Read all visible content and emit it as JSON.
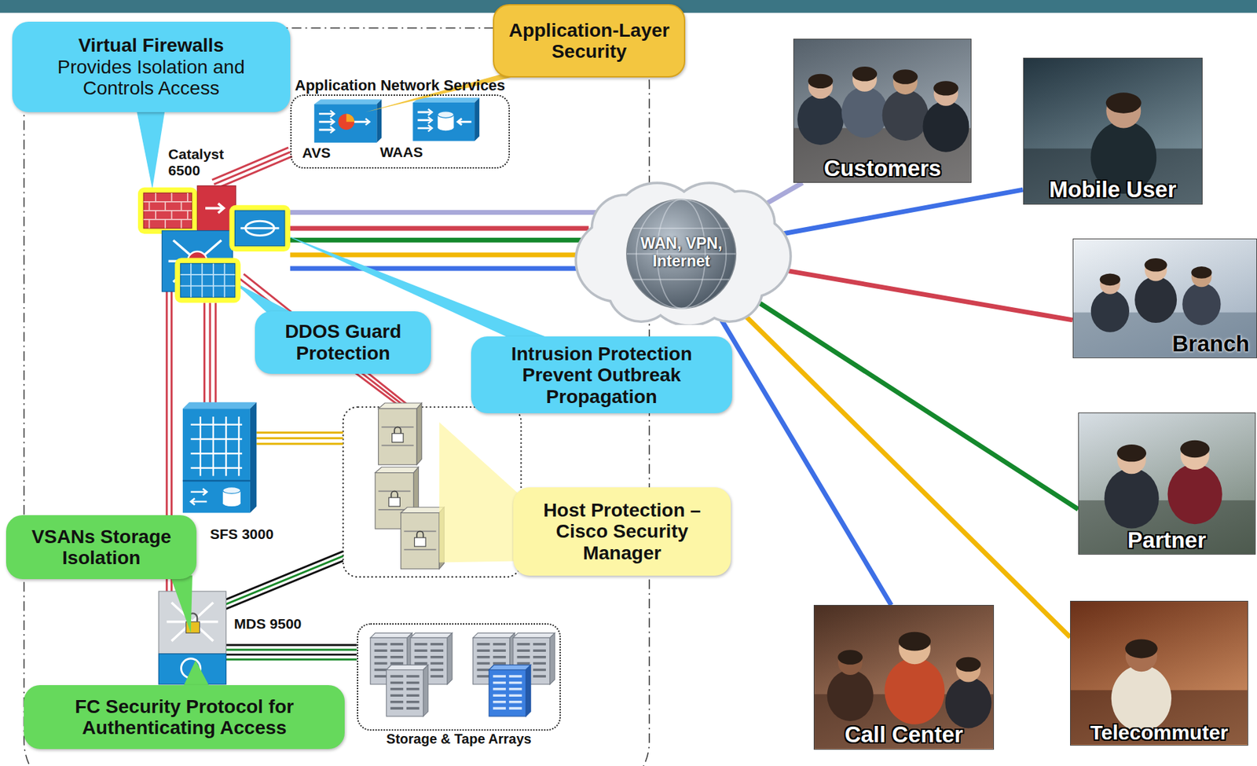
{
  "diagram": {
    "nodes": [
      {
        "text": [
          "Virtual Firewalls",
          "Provides Isolation and Controls Access"
        ]
      },
      {
        "text": [
          "Application-Layer Security"
        ]
      },
      {
        "text": [
          "Application Network Services"
        ]
      },
      {
        "text": [
          "Catalyst 6500"
        ]
      },
      {
        "text": [
          "Customers"
        ]
      },
      {
        "text": [
          "Mobile User"
        ]
      },
      {
        "text": [
          "WAN, VPN, Internet"
        ]
      },
      {
        "text": [
          "Branch"
        ]
      },
      {
        "text": [
          "DDOS Guard Protection"
        ]
      },
      {
        "text": [
          "Intrusion Protection Prevent Outbreak Propagation"
        ]
      },
      {
        "text": [
          "Partner"
        ]
      },
      {
        "text": [
          "VSANs Storage Isolation"
        ]
      },
      {
        "text": [
          "Host Protection – Cisco Security Manager"
        ]
      },
      {
        "text": [
          "Call Center"
        ]
      },
      {
        "text": [
          "Telecommuter"
        ]
      },
      {
        "text": [
          "FC Security Protocol for Authenticating Access"
        ]
      },
      {
        "text": [
          "Storage & Tape Arrays"
        ]
      }
    ],
    "edges": [
      {
        "from": 3,
        "to": 2,
        "arrow": "none"
      },
      {
        "from": 3,
        "to": 6,
        "arrow": "none"
      },
      {
        "from": 3,
        "to": 6,
        "arrow": "none"
      },
      {
        "from": 3,
        "to": 6,
        "arrow": "none"
      },
      {
        "from": 3,
        "to": 6,
        "arrow": "none"
      },
      {
        "from": 3,
        "to": 6,
        "arrow": "none"
      },
      {
        "from": 6,
        "to": 4,
        "arrow": "none"
      },
      {
        "from": 6,
        "to": 5,
        "arrow": "none"
      },
      {
        "from": 6,
        "to": 7,
        "arrow": "none"
      },
      {
        "from": 6,
        "to": 10,
        "arrow": "none"
      },
      {
        "from": 6,
        "to": 13,
        "arrow": "none"
      },
      {
        "from": 6,
        "to": 14,
        "arrow": "none"
      }
    ],
    "labels": [
      "AVS",
      "WAAS",
      "SFS 3000",
      "MDS 9500"
    ]
  }
}
